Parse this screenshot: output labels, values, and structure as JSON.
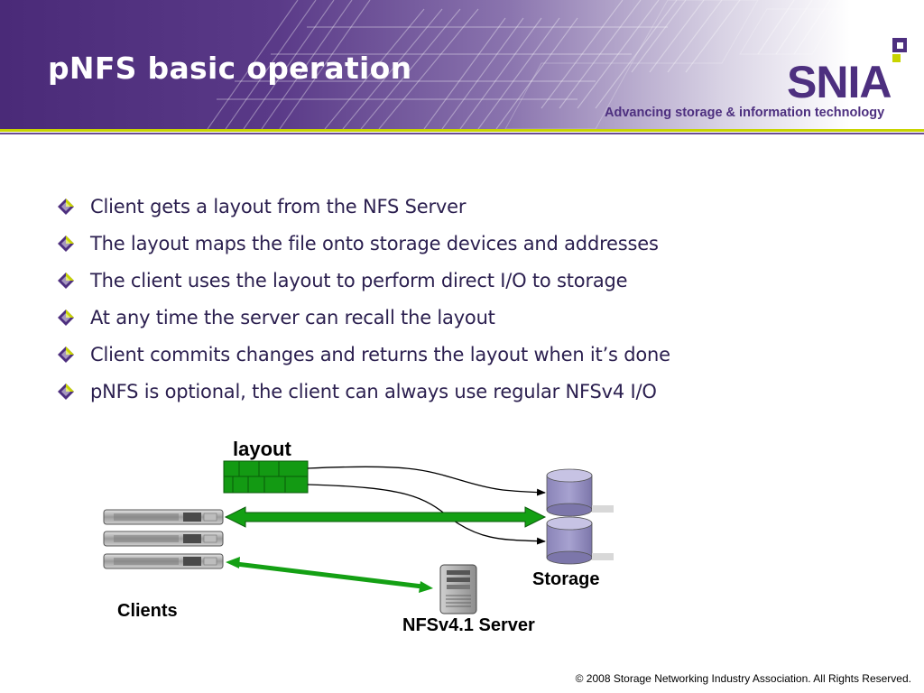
{
  "slide": {
    "title": "pNFS basic operation",
    "accent_color": "#c8d400",
    "brand_color": "#4d2f7f"
  },
  "logo": {
    "name": "SNIA",
    "tagline": "Advancing storage & information technology"
  },
  "bullets": [
    "Client gets a layout from the NFS Server",
    "The layout maps the file onto storage devices and addresses",
    "The client uses the layout to perform direct I/O to storage",
    "At any time the server can recall the layout",
    "Client commits changes and returns the layout when it’s done",
    "pNFS is optional, the client can always use regular NFSv4 I/O"
  ],
  "diagram": {
    "layout_label": "layout",
    "storage_label": "Storage",
    "clients_label": "Clients",
    "server_label": "NFSv4.1 Server",
    "client_count": 3,
    "storage_disk_count": 2,
    "arrow_color": "#14a014"
  },
  "footer": {
    "copyright": "© 2008 Storage Networking Industry Association. All Rights Reserved."
  }
}
